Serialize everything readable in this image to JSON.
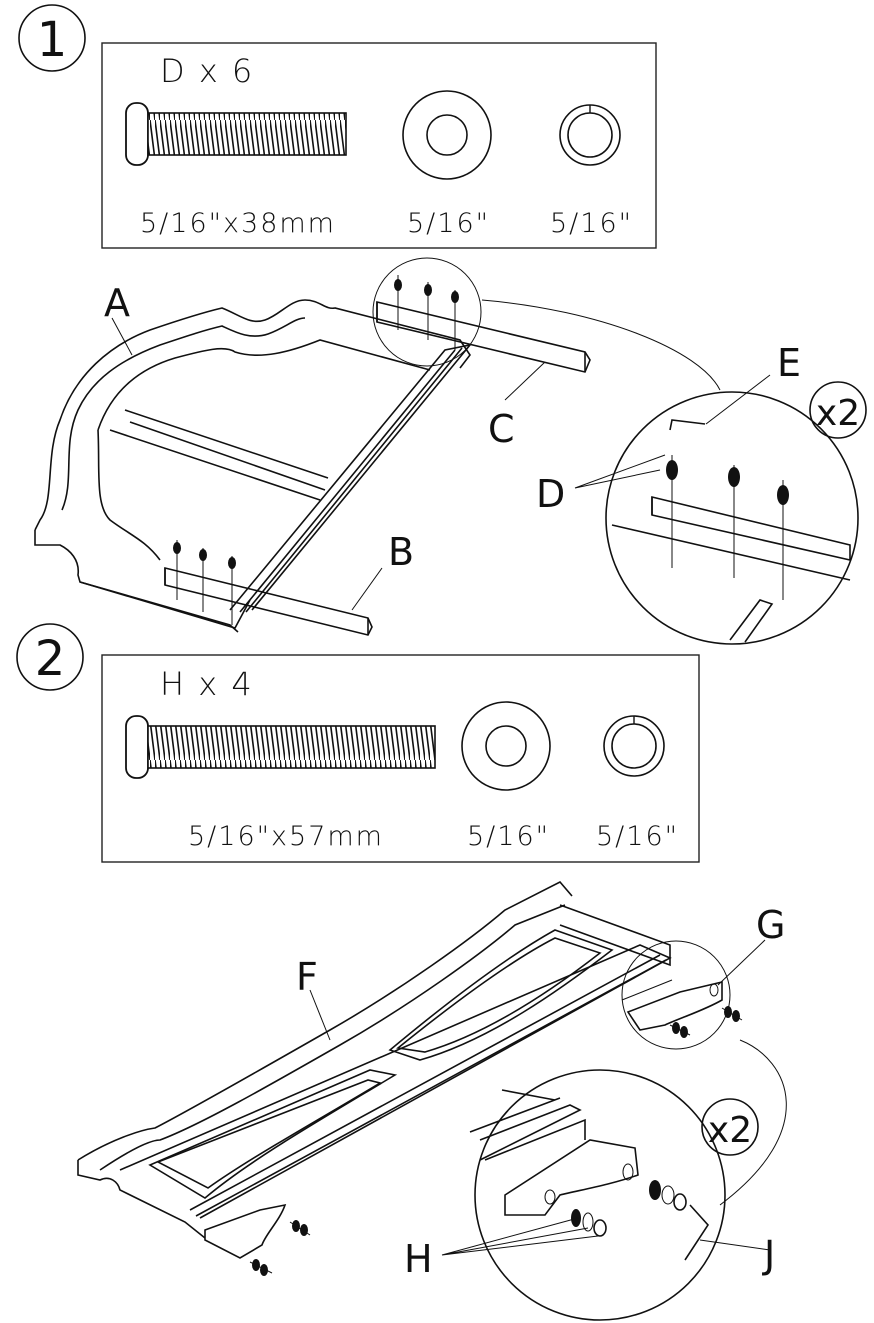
{
  "step1": {
    "number": "1",
    "parts_title": "D  x  6",
    "bolt_size": "5/16\"x38mm",
    "washer_size": "5/16\"",
    "lock_washer_size": "5/16\""
  },
  "step2": {
    "number": "2",
    "parts_title": "H  x  4",
    "bolt_size": "5/16\"x57mm",
    "washer_size": "5/16\"",
    "lock_washer_size": "5/16\""
  },
  "labels": {
    "A": "A",
    "B": "B",
    "C": "C",
    "D": "D",
    "E": "E",
    "F": "F",
    "G": "G",
    "H": "H",
    "J": "J",
    "repeat_1": "x2",
    "repeat_2": "x2"
  },
  "icons": [
    "bolt-icon",
    "flat-washer-icon",
    "lock-washer-icon",
    "allen-key-icon"
  ]
}
